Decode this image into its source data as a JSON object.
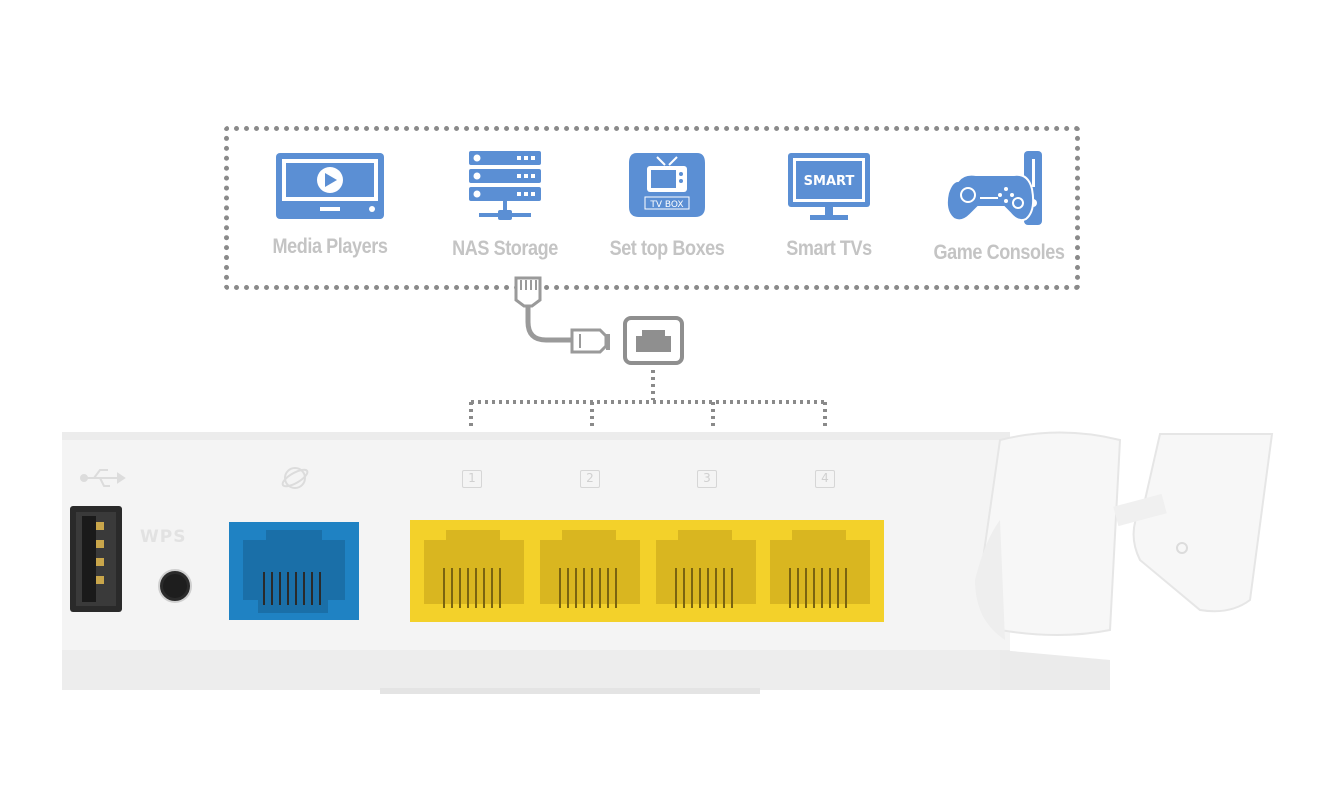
{
  "devices": [
    {
      "label": "Media Players",
      "icon": "media-player-icon"
    },
    {
      "label": "NAS Storage",
      "icon": "nas-storage-icon"
    },
    {
      "label": "Set top Boxes",
      "icon": "set-top-box-icon",
      "badge": "TV BOX"
    },
    {
      "label": "Smart TVs",
      "icon": "smart-tv-icon",
      "badge": "SMART"
    },
    {
      "label": "Game Consoles",
      "icon": "game-console-icon"
    }
  ],
  "router": {
    "wps_label": "WPS",
    "lan_ports": [
      "1",
      "2",
      "3",
      "4"
    ]
  },
  "colors": {
    "icon_blue": "#5b8fd4",
    "label_grey": "#c4c4c4",
    "dotted_line": "#8a8a8a",
    "wan_port": "#1f82c3",
    "lan_port": "#f3d12a"
  }
}
